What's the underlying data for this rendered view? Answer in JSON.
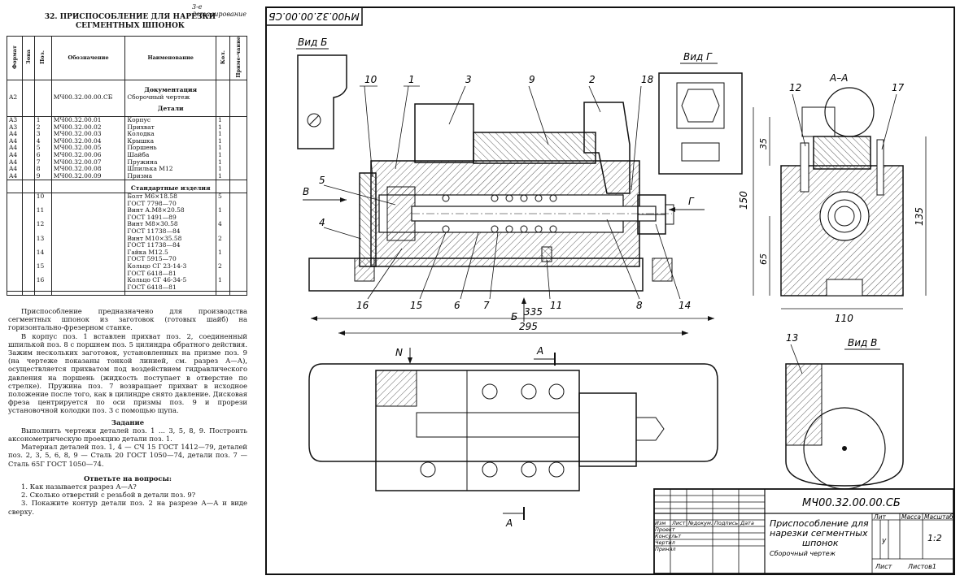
{
  "left_panel": {
    "corner_note": "3-е деталирование",
    "title_line1": "32. ПРИСПОСОБЛЕНИЕ ДЛЯ НАРЕЗКИ",
    "title_line2": "СЕГМЕНТНЫХ ШПОНОК",
    "spec_headers": {
      "format": "Формат",
      "zone": "Зона",
      "pos": "Поз.",
      "designation": "Обозначение",
      "name": "Наименование",
      "qty": "Кол.",
      "note": "Приме-чание"
    },
    "sections": {
      "documentation": "Документация",
      "details": "Детали",
      "standard": "Стандартные изделия"
    },
    "doc_row": {
      "format": "A2",
      "designation": "МЧ00.32.00.00.СБ",
      "name": "Сборочный чертеж"
    },
    "detail_rows": [
      {
        "format": "A3",
        "pos": "1",
        "designation": "МЧ00.32.00.01",
        "name": "Корпус",
        "qty": "1"
      },
      {
        "format": "A3",
        "pos": "2",
        "designation": "МЧ00.32.00.02",
        "name": "Прихват",
        "qty": "1"
      },
      {
        "format": "A4",
        "pos": "3",
        "designation": "МЧ00.32.00.03",
        "name": "Колодка",
        "qty": "1"
      },
      {
        "format": "A4",
        "pos": "4",
        "designation": "МЧ00.32.00.04",
        "name": "Крышка",
        "qty": "1"
      },
      {
        "format": "A4",
        "pos": "5",
        "designation": "МЧ00.32.00.05",
        "name": "Поршень",
        "qty": "1"
      },
      {
        "format": "A4",
        "pos": "6",
        "designation": "МЧ00.32.00.06",
        "name": "Шайба",
        "qty": "1"
      },
      {
        "format": "A4",
        "pos": "7",
        "designation": "МЧ00.32.00.07",
        "name": "Пружина",
        "qty": "1"
      },
      {
        "format": "A4",
        "pos": "8",
        "designation": "МЧ00.32.00.08",
        "name": "Шпилька М12",
        "qty": "1"
      },
      {
        "format": "A4",
        "pos": "9",
        "designation": "МЧ00.32.00.09",
        "name": "Призма",
        "qty": "1"
      }
    ],
    "standard_rows": [
      {
        "pos": "10",
        "name1": "Болт М6×18.58",
        "name2": "ГОСТ 7798—70",
        "qty": "5"
      },
      {
        "pos": "11",
        "name1": "Винт А.М8×20.58",
        "name2": "ГОСТ 1491—89",
        "qty": "1"
      },
      {
        "pos": "12",
        "name1": "Винт М8×30.58",
        "name2": "ГОСТ 11738—84",
        "qty": "4"
      },
      {
        "pos": "13",
        "name1": "Винт М10×35.58",
        "name2": "ГОСТ 11738—84",
        "qty": "2"
      },
      {
        "pos": "14",
        "name1": "Гайка М12.5",
        "name2": "ГОСТ 5915—70",
        "qty": "1"
      },
      {
        "pos": "15",
        "name1": "Кольцо СГ 23-14-3",
        "name2": "ГОСТ 6418—81",
        "qty": "2"
      },
      {
        "pos": "16",
        "name1": "Кольцо СГ 46-34-5",
        "name2": "ГОСТ 6418—81",
        "qty": "1"
      }
    ],
    "desc_p1": "Приспособление предназначено для производства сегментных шпонок из заготовок (готовых шайб) на горизонтально-фрезерном станке.",
    "desc_p2": "В корпус поз. 1 вставлен прихват поз. 2, соединенный шпилькой поз. 8 с поршнем поз. 5 цилиндра обратного действия. Зажим нескольких заготовок, установленных на призме поз. 9 (на чертеже показаны тонкой линией, см. разрез А—А), осуществляется прихватом под воздействием гидравлического давления на поршень (жидкость поступает в отверстие по стрелке). Пружина поз. 7 возвращает прихват в исходное положение после того, как в цилиндре снято давление. Дисковая фреза центрируется по оси призмы поз. 9 и прорези установочной колодки поз. 3 с помощью щупа.",
    "task_title": "Задание",
    "task_p1": "Выполнить чертежи деталей поз. 1 ... 3, 5, 8, 9. Построить аксонометрическую проекцию детали поз. 1.",
    "task_p2": "Материал деталей поз. 1, 4 — СЧ 15 ГОСТ 1412—79, деталей поз. 2, 3, 5, 6, 8, 9 — Сталь 20 ГОСТ 1050—74, детали поз. 7 — Сталь 65Г ГОСТ 1050—74.",
    "questions_title": "Ответьте на вопросы:",
    "q1": "1. Как называется разрез А—А?",
    "q2": "2. Сколько отверстий с резьбой в детали поз. 9?",
    "q3": "3. Покажите контур детали поз. 2 на разрезе А—А и виде сверху."
  },
  "drawing": {
    "top_stamp": "МЧ00.32.00.00.СБ",
    "view_b": "Вид Б",
    "view_g": "Вид Г",
    "section_aa": "А–А",
    "view_v": "Вид В",
    "dims": {
      "d335": "335",
      "d295": "295",
      "d150": "150",
      "d135": "135",
      "d35": "35",
      "d65": "65",
      "d110": "110"
    },
    "letters": {
      "b": "Б",
      "v": "В",
      "g": "Г",
      "n": "N",
      "a": "А"
    },
    "pos_top": [
      "10",
      "1",
      "3",
      "9",
      "2",
      "18",
      "12",
      "17"
    ],
    "pos_left": [
      "5",
      "4"
    ],
    "pos_bottom": [
      "16",
      "15",
      "6",
      "7",
      "11",
      "8",
      "14"
    ],
    "pos_13": "13"
  },
  "title_block": {
    "code": "МЧ00.32.00.00.СБ",
    "name_line1": "Приспособление для",
    "name_line2": "нарезки сегментных",
    "name_line3": "шпонок",
    "doc_type": "Сборочный   чертеж",
    "lit": "Лит",
    "mass": "Масса",
    "scale_label": "Масштаб",
    "letter_u": "у",
    "scale": "1:2",
    "sheet": "Лист",
    "sheets": "Листов1",
    "rows": {
      "izm": "Изм",
      "list": "Лист",
      "ndok": "№докум.",
      "podp": "Подпись",
      "data": "Дата",
      "proekt": "Проект",
      "konsult": "Консульт",
      "chertil": "Чертил",
      "prinyal": "Принял"
    }
  }
}
